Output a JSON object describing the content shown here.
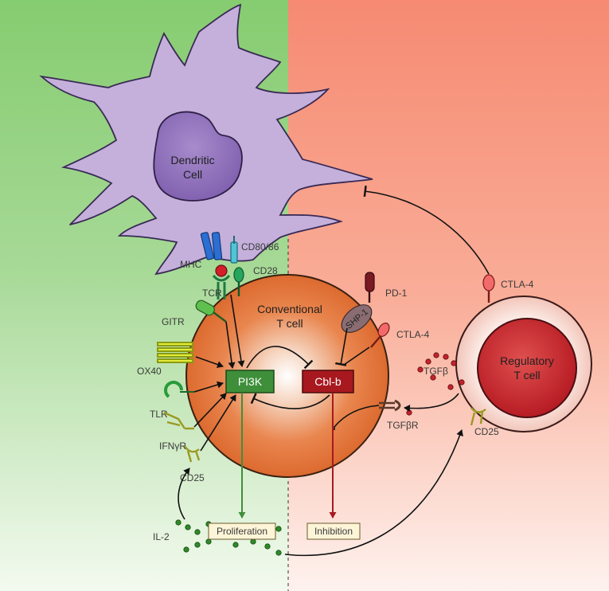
{
  "cells": {
    "dendritic": {
      "line1": "Dendritic",
      "line2": "Cell"
    },
    "conventional": {
      "line1": "Conventional",
      "line2": "T cell"
    },
    "regulatory": {
      "line1": "Regulatory",
      "line2": "T cell"
    }
  },
  "nodes": {
    "pi3k": "PI3K",
    "cblb": "Cbl-b",
    "shp1": "SHP-1"
  },
  "receptors": {
    "mhc": "MHC",
    "tcr": "TCR",
    "cd80_86": "CD80/86",
    "cd28": "CD28",
    "gitr": "GITR",
    "ox40": "OX40",
    "tlr": "TLR",
    "ifngr": "IFNγR",
    "cd25_conv": "CD25",
    "pd1": "PD-1",
    "ctla4_conv": "CTLA-4",
    "tgfbr": "TGFβR",
    "ctla4_treg": "CTLA-4",
    "cd25_treg": "CD25"
  },
  "cytokines": {
    "il2": "IL-2",
    "tgfb": "TGFβ"
  },
  "outcomes": {
    "proliferation": "Proliferation",
    "inhibition": "Inhibition"
  },
  "colors": {
    "green_bg": "#8fd07a",
    "red_bg": "#f6937a",
    "dc_fill": "#c2aed9",
    "dc_nucleus": "#8e6fb6",
    "tcell_fill": "#e2773f",
    "treg_fill": "#c7242c",
    "pi3k_fill": "#3f8f3a",
    "cblb_fill": "#a8191f",
    "shp1_fill": "#8a6d72"
  }
}
